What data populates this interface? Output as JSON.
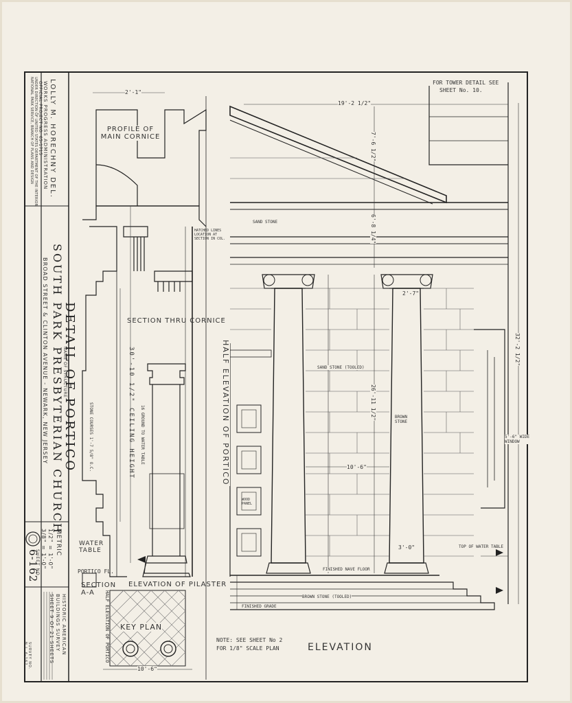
{
  "title_block": {
    "delineator": "LOLLY M. HORECHNY DEL.",
    "wpa": "WORKS PROGRESS ADMINISTRATION",
    "project": "OFFICIAL PROJECT NO. 65-1715",
    "under1": "UNDER DIRECTION OF UNITED STATES DEPARTMENT OF THE INTERIOR",
    "under2": "NATIONAL PARK SERVICE, BRANCH OF PLANS AND DESIGN",
    "structure_name_label": "NAME OF STRUCTURE",
    "church_name": "SOUTH PARK PRESBYTERIAN CHURCH",
    "address": "BROAD STREET & CLINTON AVENUE - NEWARK, NEW JERSEY",
    "scale_label": "METRIC",
    "scale1": "1/2\" = 1'-0\"",
    "scale2": "3/8\" = 1'-0\"",
    "sheet_label": "SHEET NO.",
    "sheet_no": "6-162",
    "habs1": "HISTORIC AMERICAN",
    "habs2": "BUILDINGS SURVEY",
    "habs3": "SHEET 9 OF 21 SHEETS",
    "survey_no": "SURVEY NO.",
    "survey_no_value": "N.J. 6-162"
  },
  "drawing": {
    "main_title": "DETAIL OF PORTICO",
    "profile_label": "PROFILE OF MAIN CORNICE",
    "section_cornice": "SECTION THRU CORNICE",
    "elev_pilaster": "ELEVATION OF PILASTER",
    "section_aa": "SECTION A-A",
    "water_table": "WATER TABLE",
    "portico_fl": "PORTICO FL.",
    "key_plan": "KEY PLAN",
    "half_elev_portico": "HALF ELEVATION OF PORTICO",
    "elevation": "ELEVATION",
    "note_line1": "NOTE: SEE SHEET No 2",
    "note_line2": "FOR 1/8\" SCALE PLAN",
    "tower_note1": "FOR TOWER DETAIL SEE",
    "tower_note2": "SHEET No. 10.",
    "sand_stone": "SAND STONE",
    "sand_stone_tooled": "SAND STONE (TOOLED)",
    "brown_stone": "BROWN STONE",
    "brown_stone_tooled": "BROWN STONE (TOOLED)",
    "finished_grade": "FINISHED GRADE",
    "finished_floor": "FINISHED NAVE FLOOR",
    "top_water_table": "TOP OF WATER TABLE",
    "window_note": "5'-6\" WIDE WINDOW",
    "ceiling_height": "30'-10 1/2\" CEILING HEIGHT",
    "ground_height": "16 GROUND TO WATER TABLE",
    "stone_courses": "STONE COURSES 1'-7 5/8\" O.C.",
    "hatched_note": "HATCHED LINES LOCATION AT SECTION IN COL.",
    "wood_panel": "WOOD PANEL",
    "dim_top": "19'-2 1/2\"",
    "dim_pediment": "7'-6 1/2\"",
    "dim_entab": "6'-8 1/4\"",
    "dim_column": "26'-11 1/2\"",
    "dim_total": "32'-2 1/2\"",
    "dim_bay": "10'-6\"",
    "dim_cornice_w": "2'-1\"",
    "dim_col_top": "2'-7\"",
    "dim_col_base": "3'-0\"",
    "dim_keyplan": "10'-6\""
  }
}
